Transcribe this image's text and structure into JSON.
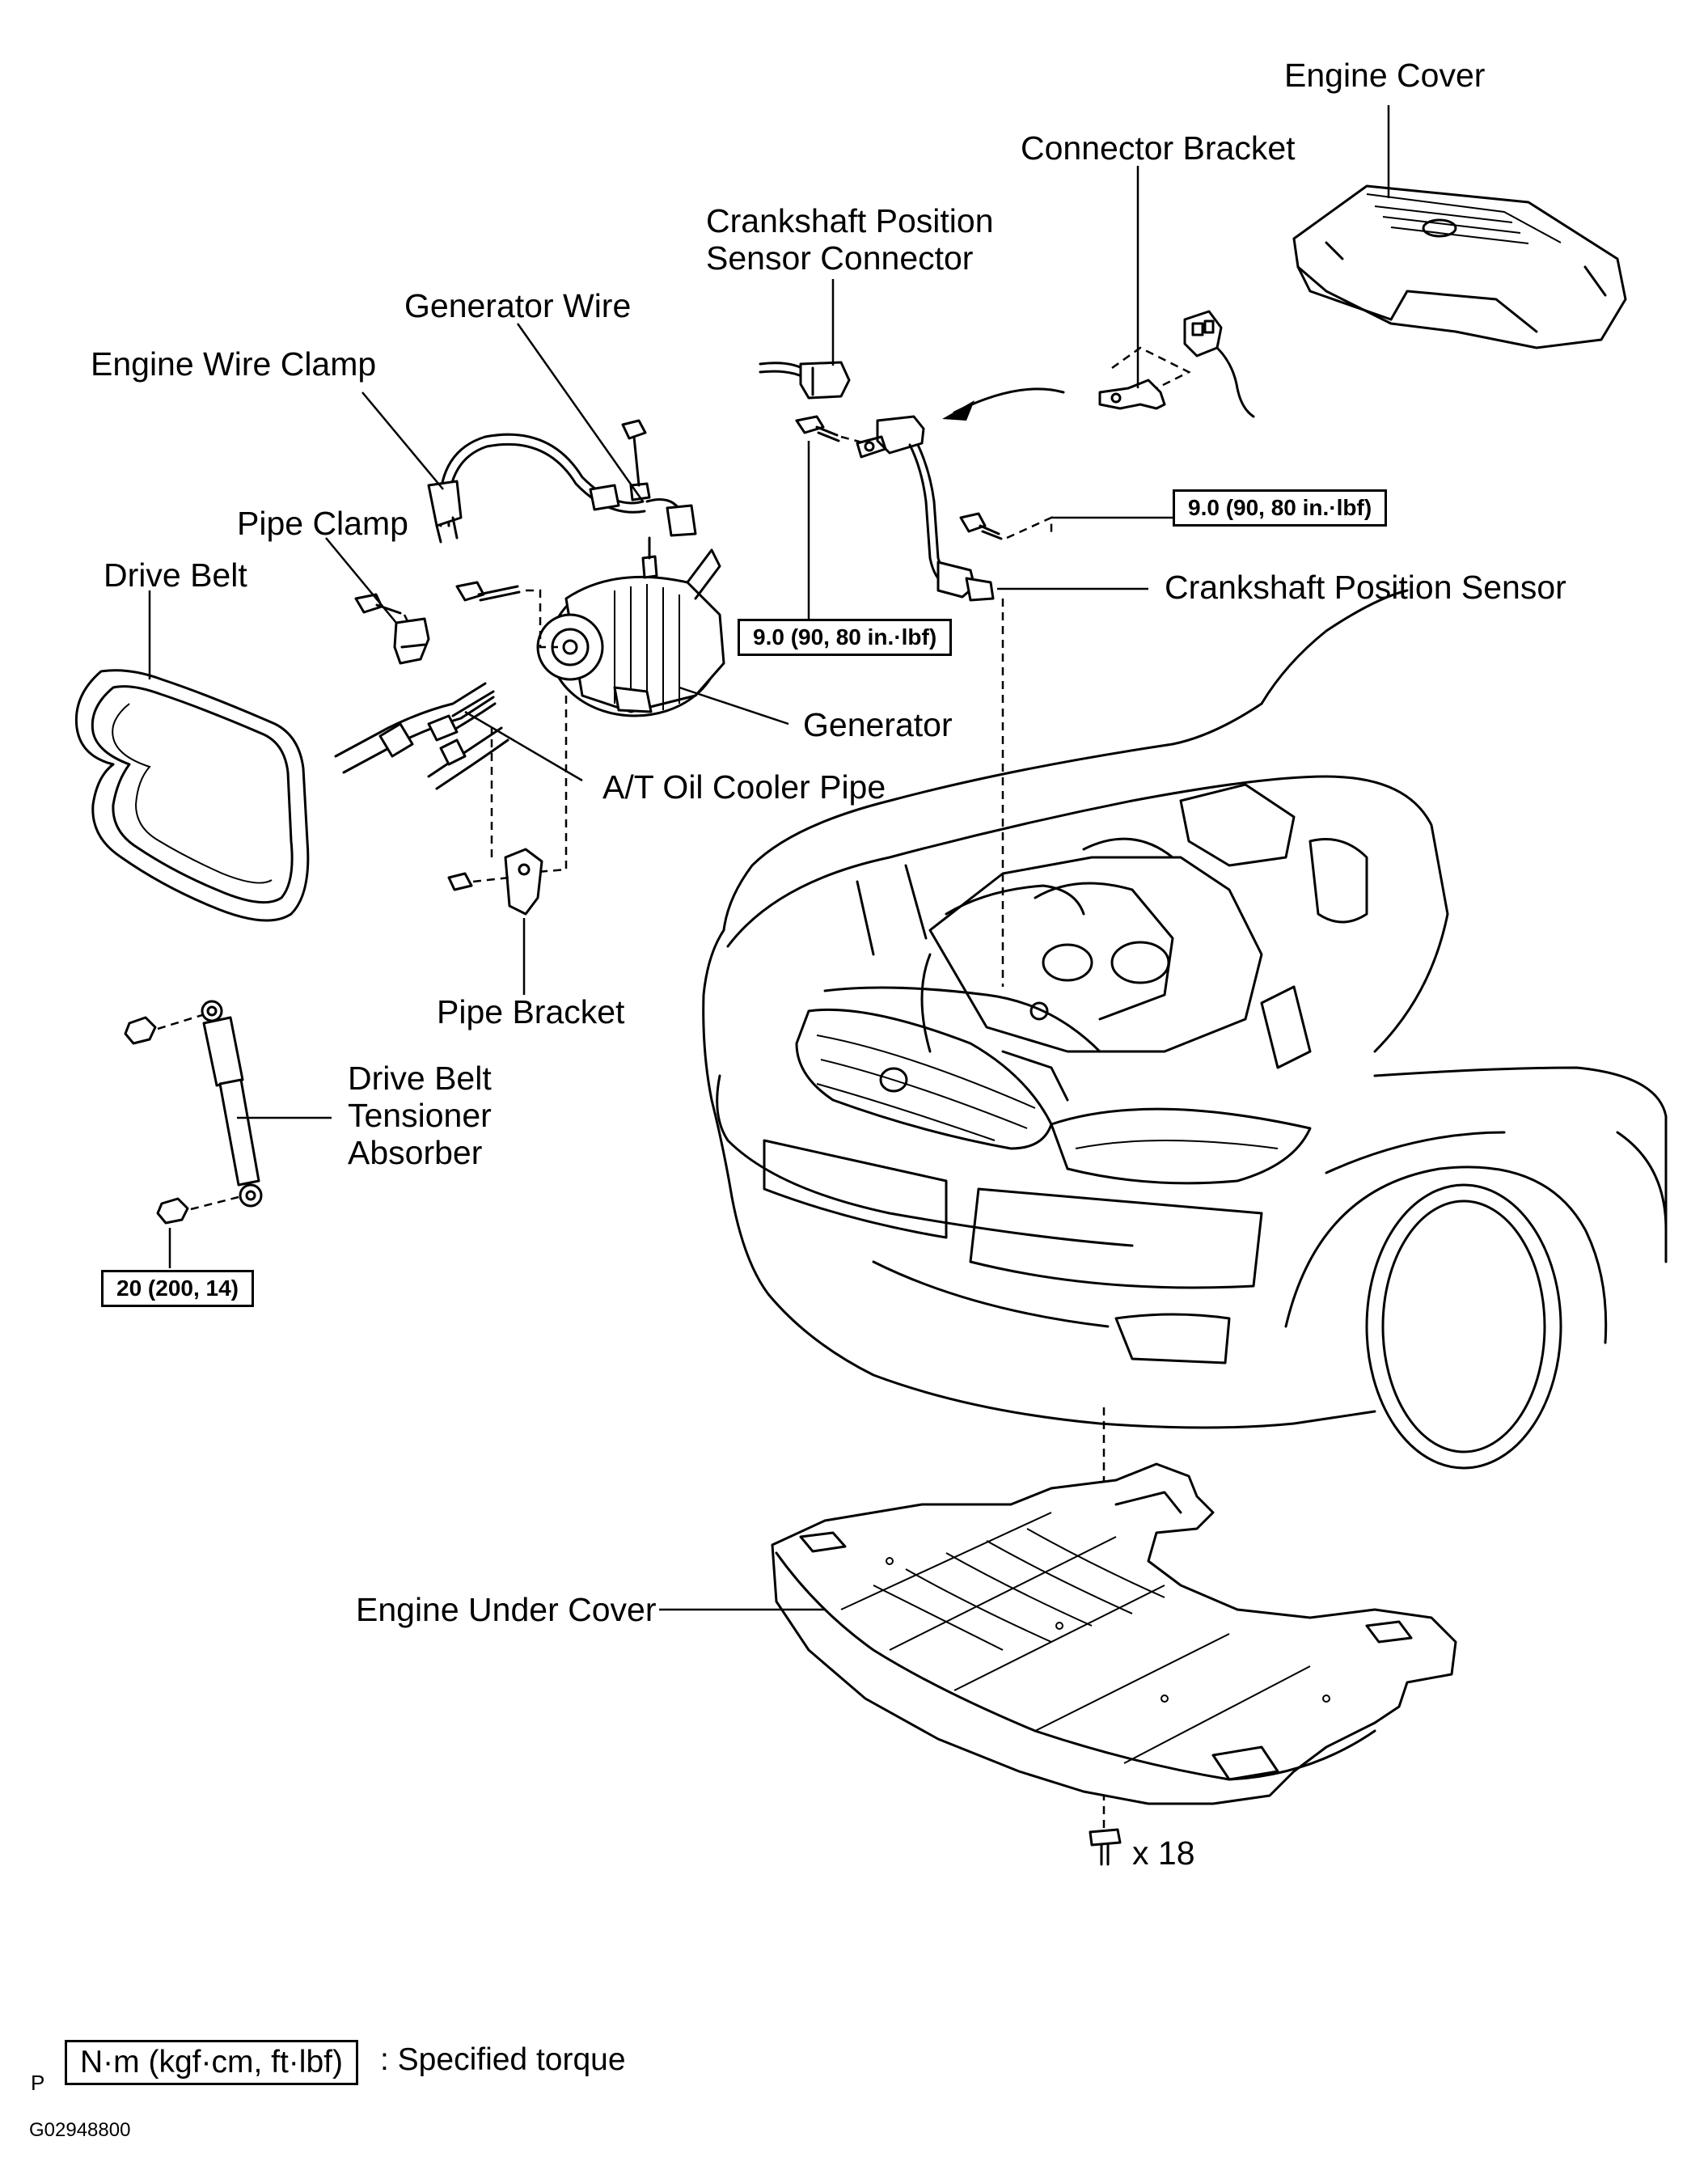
{
  "labels": {
    "engine_cover": "Engine Cover",
    "connector_bracket": "Connector Bracket",
    "crankshaft_position_sensor_connector_line1": "Crankshaft  Position",
    "crankshaft_position_sensor_connector_line2": "Sensor Connector",
    "generator_wire": "Generator Wire",
    "engine_wire_clamp": "Engine Wire Clamp",
    "pipe_clamp": "Pipe Clamp",
    "drive_belt": "Drive Belt",
    "crankshaft_position_sensor": "Crankshaft Position Sensor",
    "generator": "Generator",
    "at_oil_cooler_pipe": "A/T Oil Cooler Pipe",
    "pipe_bracket": "Pipe Bracket",
    "drive_belt_tensioner_absorber_line1": "Drive  Belt",
    "drive_belt_tensioner_absorber_line2": "Tensioner",
    "drive_belt_tensioner_absorber_line3": "Absorber",
    "engine_under_cover": "Engine Under Cover",
    "bolt_count": "x 18"
  },
  "torque_specs": {
    "crank_sensor_bracket_bolt": "9.0 (90, 80 in.·lbf)",
    "crank_sensor_bolt": "9.0 (90, 80 in.·lbf)",
    "tensioner_nut": "20 (200, 14)"
  },
  "legend": {
    "unit_box": "N·m (kgf·cm, ft·lbf)",
    "description": ": Specified torque"
  },
  "footer": {
    "marker": "P",
    "figure_id": "G02948800"
  }
}
